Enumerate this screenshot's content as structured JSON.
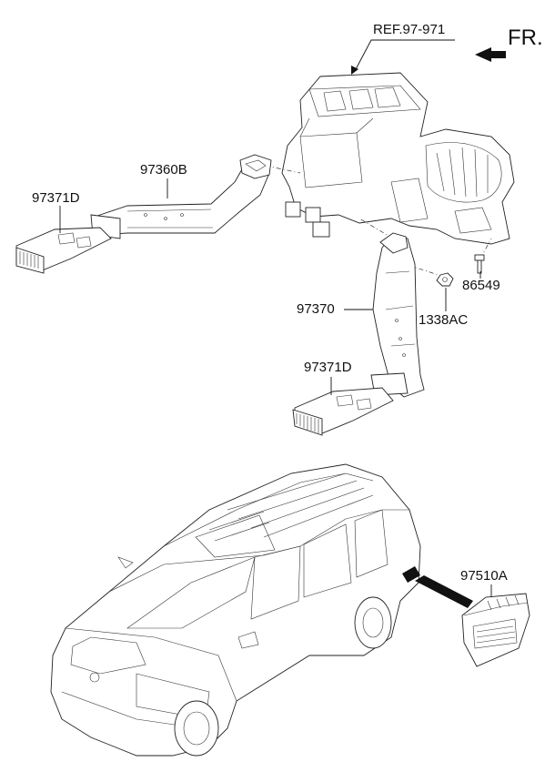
{
  "direction_label": "FR.",
  "reference_label": "REF.97-971",
  "parts": {
    "duct_upper": "97360B",
    "vent_upper": "97371D",
    "duct_lower": "97370",
    "vent_lower": "97371D",
    "bolt": "86549",
    "nut": "1338AC",
    "sensor_unit": "97510A"
  }
}
